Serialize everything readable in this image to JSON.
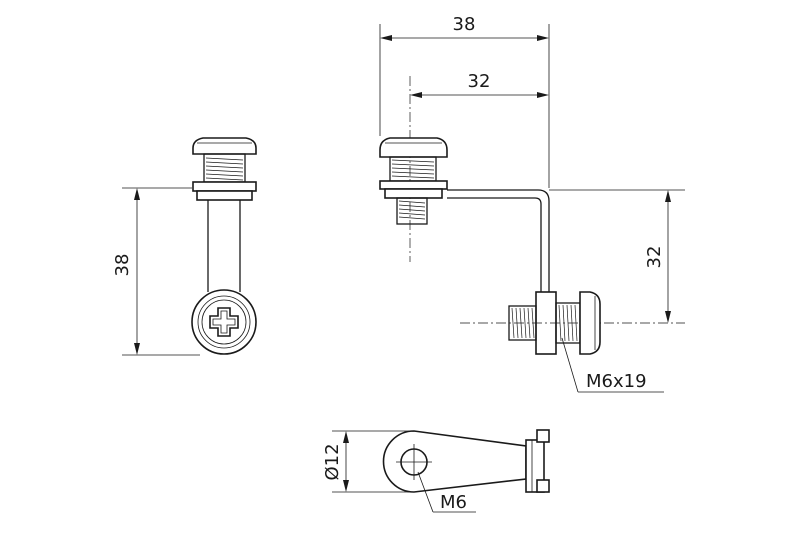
{
  "dimensions": {
    "side_height": "38",
    "top_width_outer": "38",
    "top_width_inner": "32",
    "right_height": "32",
    "thread_spec": "M6x19",
    "diameter": "Ø12",
    "hole_thread": "M6"
  },
  "colors": {
    "line": "#1a1a1a",
    "background": "#ffffff"
  }
}
